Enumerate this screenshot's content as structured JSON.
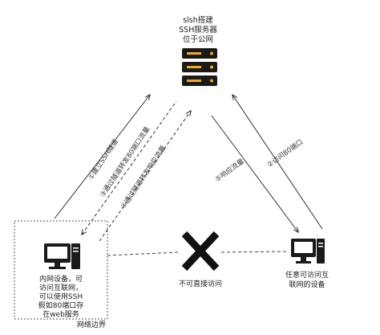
{
  "server": {
    "title_lines": [
      "slsh搭建",
      "SSH服务器",
      "位于公网"
    ],
    "icon": "server-icon"
  },
  "intranet": {
    "desc_lines": [
      "内网设备，可",
      "访问互联网，",
      "可以使用SSH",
      "假如80端口存",
      "在web服务"
    ],
    "boundary_label": "网络边界",
    "icon": "desktop-computer-icon"
  },
  "external": {
    "desc_lines": [
      "任意可访问互",
      "联网的设备"
    ],
    "icon": "desktop-computer-icon"
  },
  "blocked": {
    "label": "不可直接访问",
    "icon": "cross-icon"
  },
  "arrows": {
    "a1": "①建立SSH隧道",
    "a2": "②访问80端口",
    "a3": "③通过隧道转发80端口流量",
    "a4": "④通过隧道转发响应流量",
    "a5": "⑤响应流量"
  },
  "colors": {
    "line": "#333333",
    "icon": "#1a1a1a",
    "server_led": "#f5a623",
    "cross": "#111111"
  }
}
